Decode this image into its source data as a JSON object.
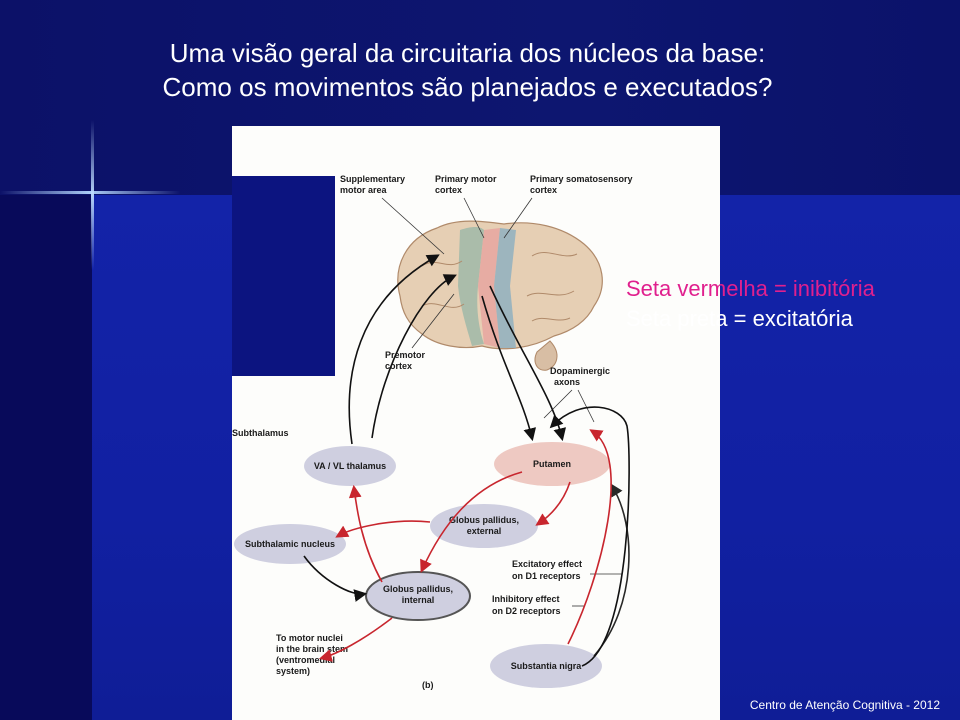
{
  "title": {
    "line1": "Uma visão geral da circuitaria dos núcleos da base:",
    "line2": "Como os movimentos são planejados e executados?"
  },
  "legend": {
    "red": "Seta vermelha = inibitória",
    "black": "Seta preta = excitatória"
  },
  "figure": {
    "labels": {
      "sma_1": "Supplementary",
      "sma_2": "motor area",
      "pmc_1": "Primary motor",
      "pmc_2": "cortex",
      "pss_1": "Primary somatosensory",
      "pss_2": "cortex",
      "premotor_1": "Premotor",
      "premotor_2": "cortex",
      "dopa_1": "Dopaminergic",
      "dopa_2": "axons",
      "subthalamus": "Subthalamus",
      "vavl": "VA / VL thalamus",
      "putamen": "Putamen",
      "gpe_1": "Globus pallidus,",
      "gpe_2": "external",
      "stn": "Subthalamic nucleus",
      "gpi_1": "Globus pallidus,",
      "gpi_2": "internal",
      "excit_1": "Excitatory effect",
      "excit_2": "on D1 receptors",
      "inhib_1": "Inhibitory effect",
      "inhib_2": "on D2 receptors",
      "motor_1": "To motor nuclei",
      "motor_2": "in the brain stem",
      "motor_3": "(ventromedial",
      "motor_4": "system)",
      "sn": "Substantia nigra",
      "panel": "(b)"
    }
  },
  "footer": "Centro de Atenção Cognitiva - 2012",
  "colors": {
    "background": "#1120a2",
    "title": "#ffffff",
    "legend_red": "#e0208e",
    "legend_black": "#ffffff",
    "inhibitory_arrow": "#c8262e",
    "excitatory_arrow": "#111111",
    "nucleus_fill": "#cfcfe0"
  }
}
